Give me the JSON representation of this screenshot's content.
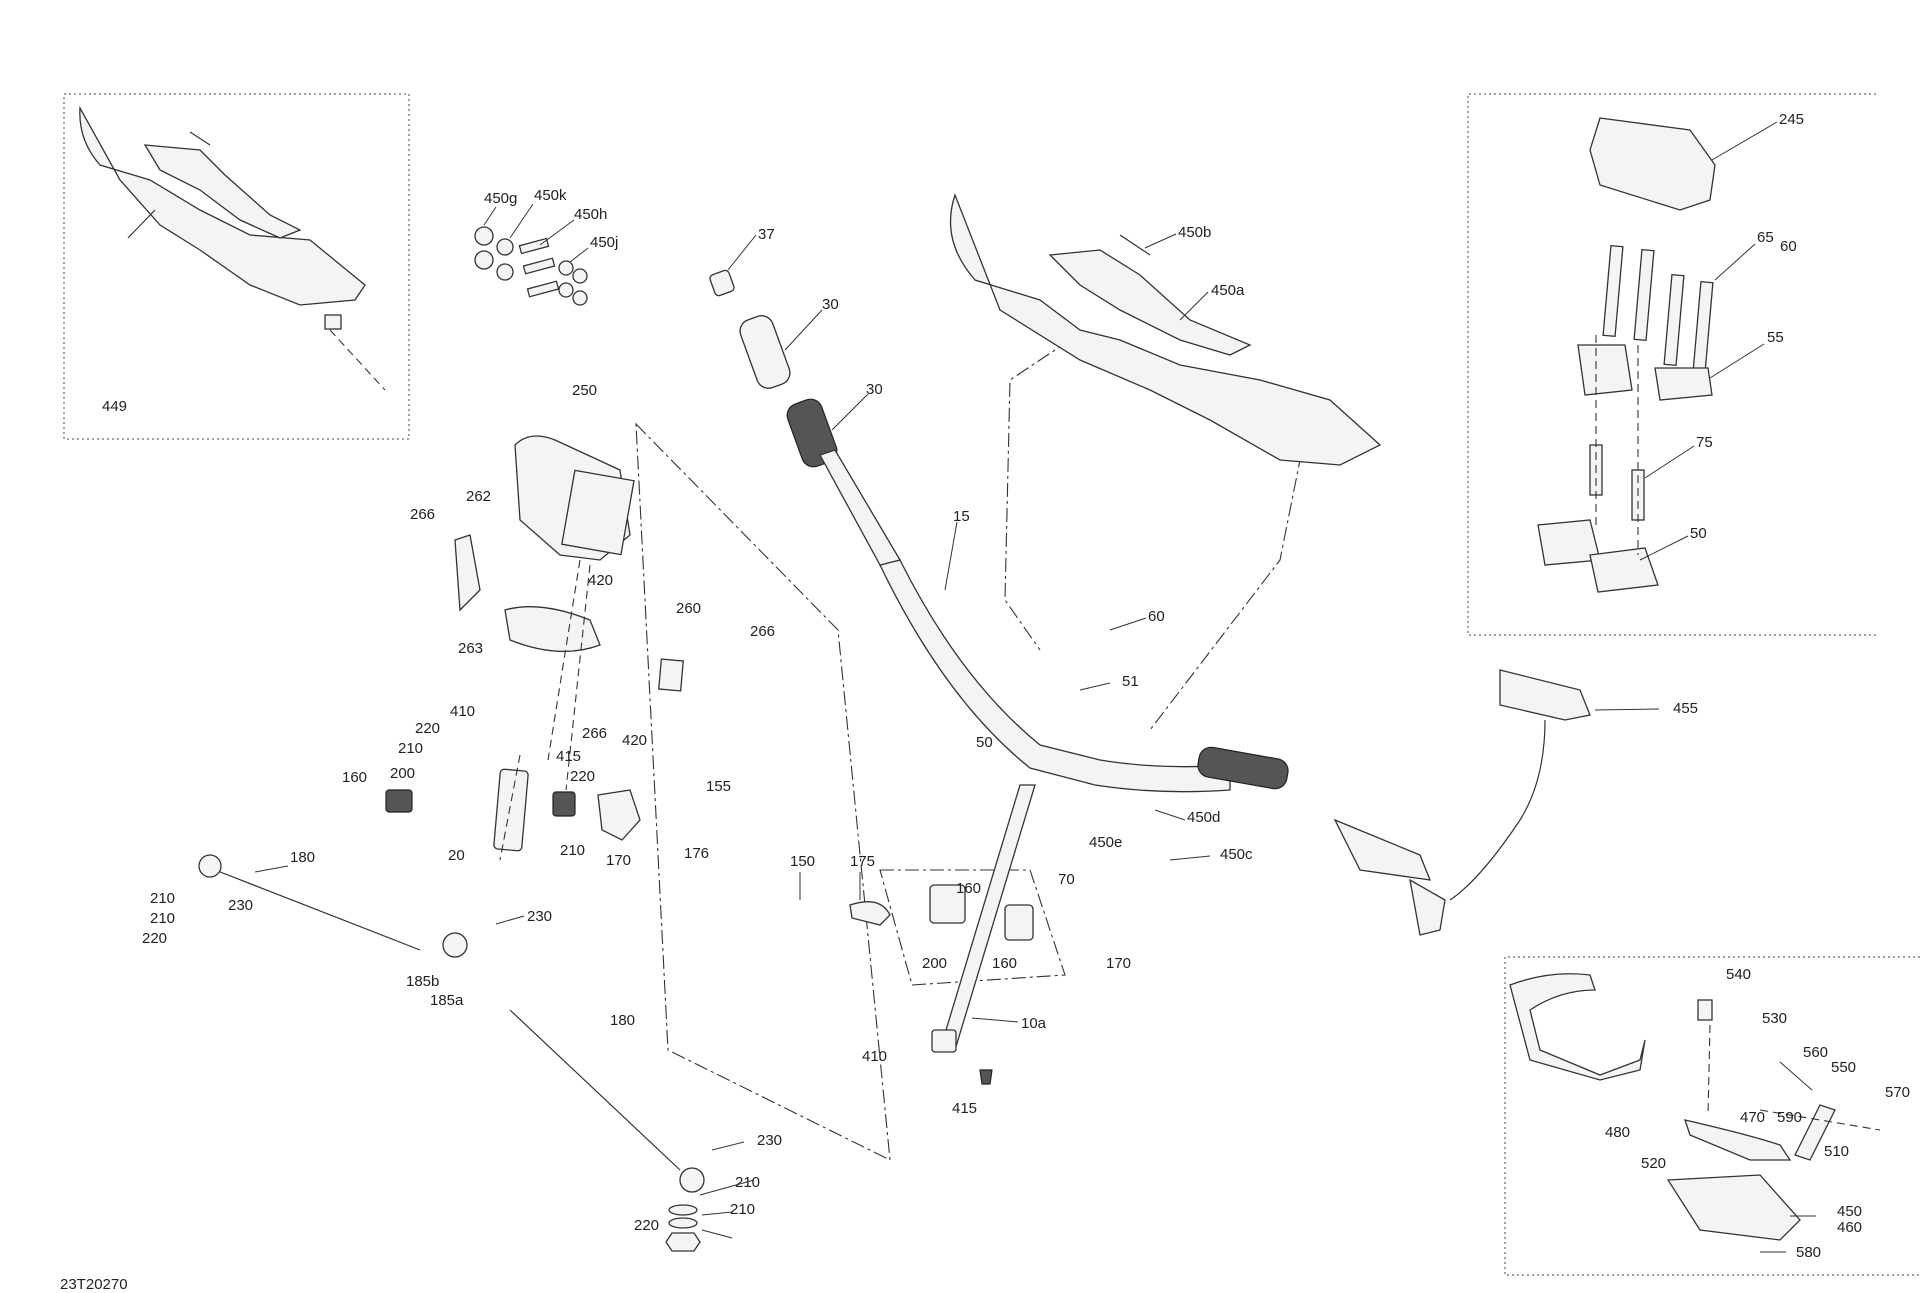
{
  "drawing_number": "23T20270",
  "labels": {
    "p449": "449",
    "p450g": "450g",
    "p450k": "450k",
    "p450h": "450h",
    "p450j": "450j",
    "p37": "37",
    "p30a": "30",
    "p30b": "30",
    "p450b": "450b",
    "p450a": "450a",
    "p245": "245",
    "p65": "65",
    "p60r": "60",
    "p55": "55",
    "p75": "75",
    "p50r": "50",
    "p250": "250",
    "p262": "262",
    "p266a": "266",
    "p420a": "420",
    "p260": "260",
    "p266b": "266",
    "p263": "263",
    "p266c": "266",
    "p420b": "420",
    "p410a": "410",
    "p220a": "220",
    "p210a": "210",
    "p415a": "415",
    "p220b": "220",
    "p160a": "160",
    "p200a": "200",
    "p155": "155",
    "p20": "20",
    "p210b": "210",
    "p170a": "170",
    "p176": "176",
    "p15": "15",
    "p60": "60",
    "p51": "51",
    "p50": "50",
    "p450d": "450d",
    "p450e": "450e",
    "p450c": "450c",
    "p70": "70",
    "p455": "455",
    "p150": "150",
    "p175": "175",
    "p160b": "160",
    "p200b": "200",
    "p160c": "160",
    "p170b": "170",
    "p10a": "10a",
    "p410b": "410",
    "p415b": "415",
    "p180a": "180",
    "p230a": "230",
    "p210c": "210",
    "p210d": "210",
    "p220c": "220",
    "p230b": "230",
    "p185b": "185b",
    "p185a": "185a",
    "p180b": "180",
    "p230c": "230",
    "p210e": "210",
    "p210f": "210",
    "p220d": "220",
    "p540": "540",
    "p530": "530",
    "p560": "560",
    "p550": "550",
    "p570": "570",
    "p470": "470",
    "p590": "590",
    "p480": "480",
    "p510": "510",
    "p520": "520",
    "p450": "450",
    "p460": "460",
    "p580": "580"
  }
}
